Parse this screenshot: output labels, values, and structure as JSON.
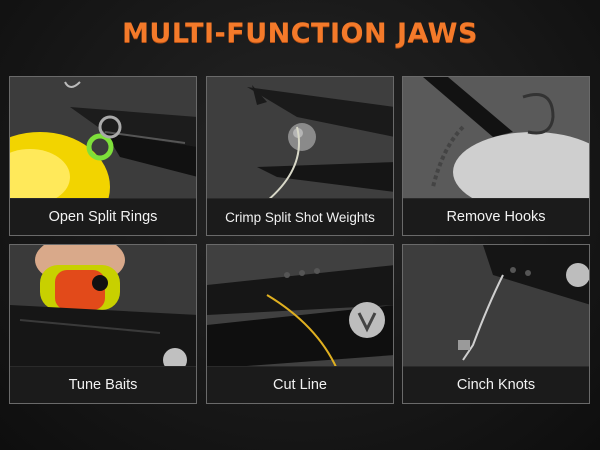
{
  "title": "MULTI-FUNCTION JAWS",
  "panels": [
    {
      "label": "Open Split Rings"
    },
    {
      "label": "Crimp Split Shot Weights"
    },
    {
      "label": "Remove Hooks"
    },
    {
      "label": "Tune Baits"
    },
    {
      "label": "Cut Line"
    },
    {
      "label": "Cinch Knots"
    }
  ],
  "colors": {
    "title": "#f47a2a",
    "caption_bg": "#1b1b1b",
    "lure_yellow": "#f2d400",
    "ring_green": "#7ee03a",
    "line_yellow": "#e0b020"
  }
}
